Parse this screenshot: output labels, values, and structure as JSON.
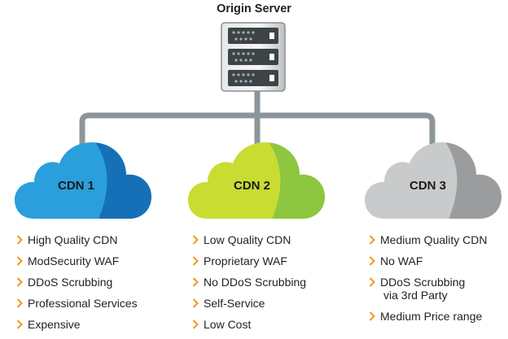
{
  "title": "Origin Server",
  "colors": {
    "connector": "#8c969a",
    "chevron": "#f7941d",
    "cdn1_light": "#2a9fdb",
    "cdn1_dark": "#1570b7",
    "cdn2_light": "#c8dc32",
    "cdn2_dark": "#8dc63f",
    "cdn3_light": "#c9cacb",
    "cdn3_dark": "#9a9c9e"
  },
  "cdns": [
    {
      "label": "CDN 1",
      "features": [
        {
          "text": "High Quality CDN"
        },
        {
          "text": "ModSecurity WAF"
        },
        {
          "text": "DDoS Scrubbing"
        },
        {
          "text": "Professional Services"
        },
        {
          "text": "Expensive"
        }
      ]
    },
    {
      "label": "CDN 2",
      "features": [
        {
          "text": "Low Quality CDN"
        },
        {
          "text": "Proprietary WAF"
        },
        {
          "text": "No DDoS Scrubbing"
        },
        {
          "text": "Self-Service"
        },
        {
          "text": "Low Cost"
        }
      ]
    },
    {
      "label": "CDN 3",
      "features": [
        {
          "text": "Medium Quality CDN"
        },
        {
          "text": "No WAF"
        },
        {
          "text": "DDoS Scrubbing",
          "text2": "via 3rd Party"
        },
        {
          "text": "Medium Price range"
        }
      ]
    }
  ]
}
